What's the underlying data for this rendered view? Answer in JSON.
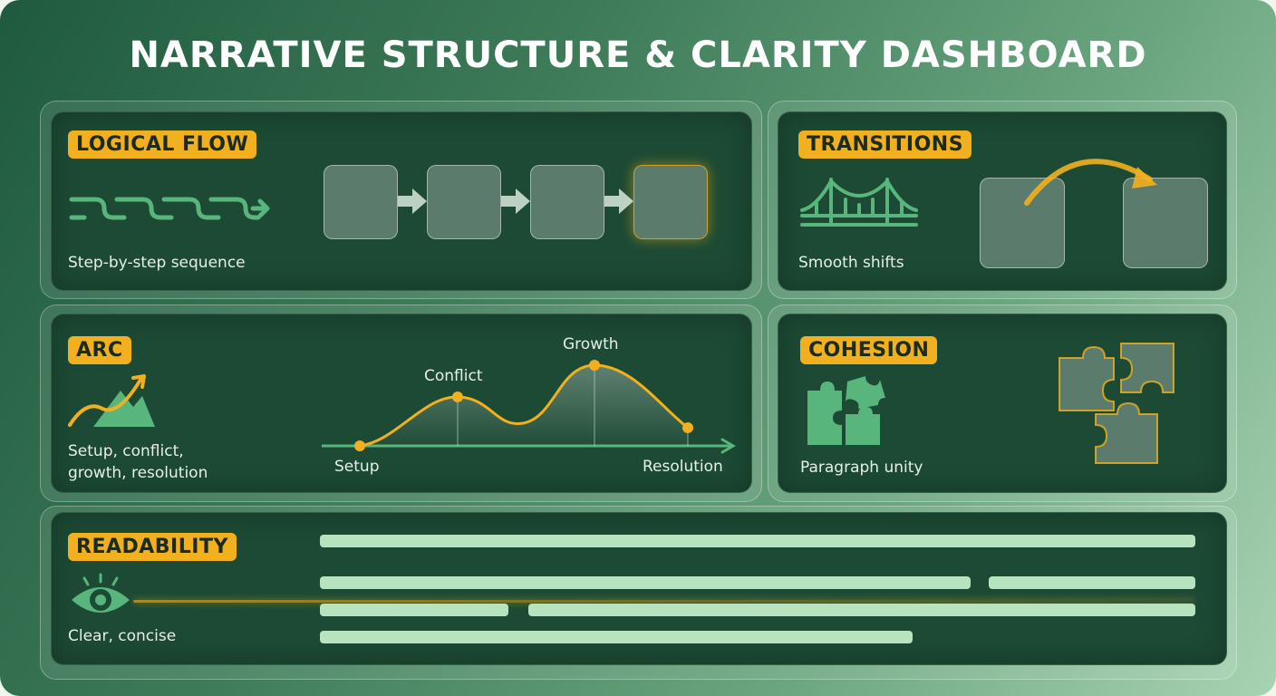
{
  "title": "NARRATIVE STRUCTURE & CLARITY DASHBOARD",
  "colors": {
    "accent": "#f2b01e",
    "panel": "#1c4a34",
    "green": "#58b67c",
    "bar": "#b8e3bf"
  },
  "logical_flow": {
    "badge": "LOGICAL FLOW",
    "caption": "Step-by-step sequence",
    "icon": "flow-arrows-icon"
  },
  "transitions": {
    "badge": "TRANSITIONS",
    "caption": "Smooth shifts",
    "icon": "bridge-icon"
  },
  "arc": {
    "badge": "ARC",
    "caption_line1": "Setup, conflict,",
    "caption_line2": "growth, resolution",
    "icon": "mountain-arrow-icon",
    "points": [
      {
        "label": "Setup"
      },
      {
        "label": "Conflict"
      },
      {
        "label": "Growth"
      },
      {
        "label": "Resolution"
      }
    ]
  },
  "cohesion": {
    "badge": "COHESION",
    "caption": "Paragraph unity",
    "icon": "puzzle-icon"
  },
  "readability": {
    "badge": "READABILITY",
    "caption": "Clear, concise",
    "icon": "eye-icon"
  }
}
